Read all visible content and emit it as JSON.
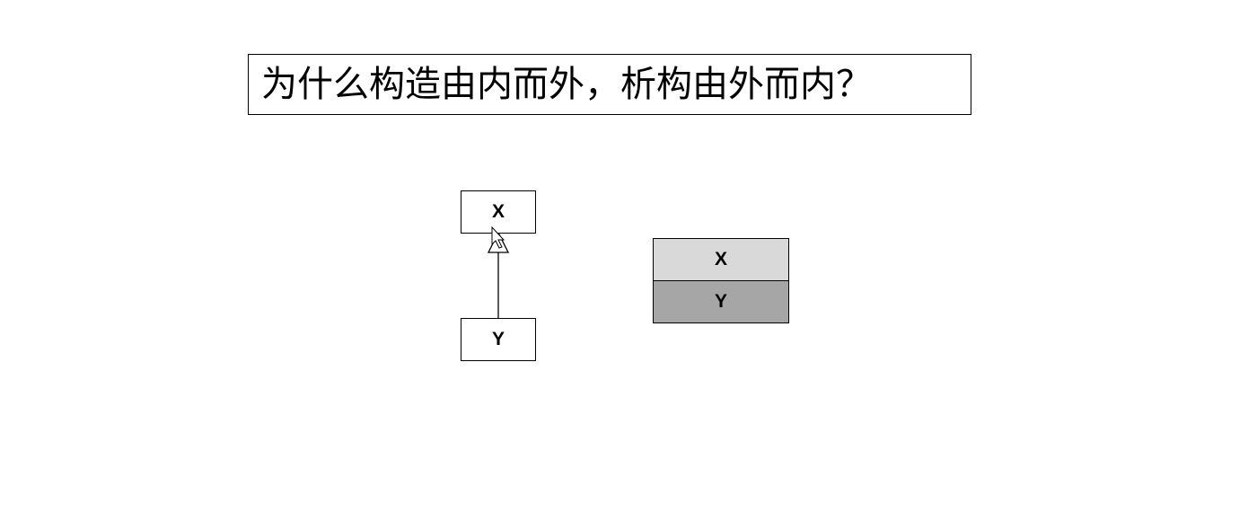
{
  "title": "为什么构造由内而外，析构由外而内？",
  "inheritance_diagram": {
    "base": "X",
    "derived": "Y"
  },
  "memory_layout": {
    "top": "X",
    "bottom": "Y",
    "colors": {
      "top": "#d9d9d9",
      "bottom": "#a6a6a6"
    }
  }
}
